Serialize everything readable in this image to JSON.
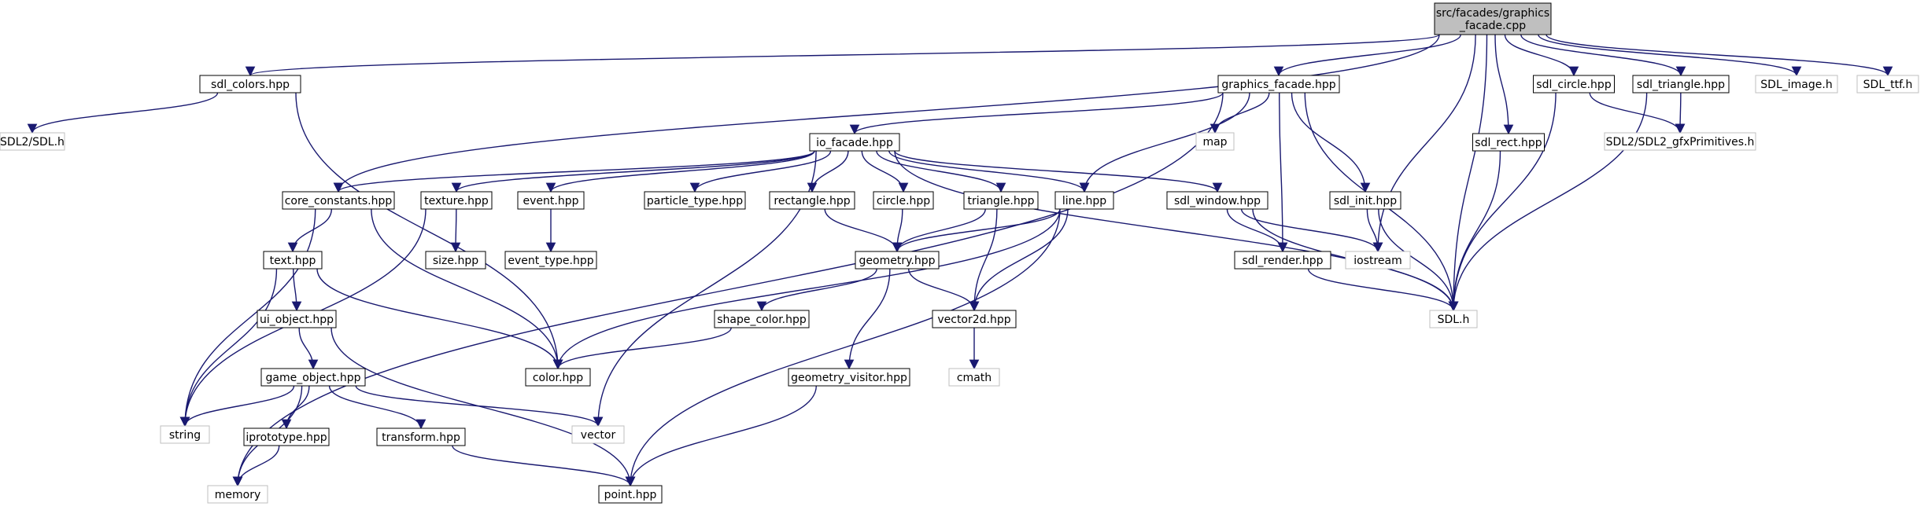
{
  "colors": {
    "edge": "#191970",
    "root_fill": "#bfbfbf",
    "root_border": "#000000",
    "file_border": "#000000",
    "system_border": "#bfbfbf",
    "text": "#000000",
    "system_text": "#000000"
  },
  "nodes": [
    {
      "id": "root",
      "lines": [
        "src/facades/graphics",
        "_facade.cpp"
      ],
      "kind": "root"
    },
    {
      "id": "sdl_colors",
      "lines": [
        "sdl_colors.hpp"
      ],
      "kind": "file"
    },
    {
      "id": "graphics_facade_hpp",
      "lines": [
        "graphics_facade.hpp"
      ],
      "kind": "file"
    },
    {
      "id": "sdl_circle",
      "lines": [
        "sdl_circle.hpp"
      ],
      "kind": "file"
    },
    {
      "id": "sdl_triangle",
      "lines": [
        "sdl_triangle.hpp"
      ],
      "kind": "file"
    },
    {
      "id": "sdl_image",
      "lines": [
        "SDL_image.h"
      ],
      "kind": "system"
    },
    {
      "id": "sdl_ttf",
      "lines": [
        "SDL_ttf.h"
      ],
      "kind": "system"
    },
    {
      "id": "sdl2_sdl",
      "lines": [
        "SDL2/SDL.h"
      ],
      "kind": "system"
    },
    {
      "id": "map",
      "lines": [
        "map"
      ],
      "kind": "system"
    },
    {
      "id": "io_facade",
      "lines": [
        "io_facade.hpp"
      ],
      "kind": "file"
    },
    {
      "id": "sdl_rect",
      "lines": [
        "sdl_rect.hpp"
      ],
      "kind": "file"
    },
    {
      "id": "gfx",
      "lines": [
        "SDL2/SDL2_gfxPrimitives.h"
      ],
      "kind": "system"
    },
    {
      "id": "core_constants",
      "lines": [
        "core_constants.hpp"
      ],
      "kind": "file"
    },
    {
      "id": "texture",
      "lines": [
        "texture.hpp"
      ],
      "kind": "file"
    },
    {
      "id": "event",
      "lines": [
        "event.hpp"
      ],
      "kind": "file"
    },
    {
      "id": "particle_type",
      "lines": [
        "particle_type.hpp"
      ],
      "kind": "file"
    },
    {
      "id": "rectangle",
      "lines": [
        "rectangle.hpp"
      ],
      "kind": "file"
    },
    {
      "id": "circle",
      "lines": [
        "circle.hpp"
      ],
      "kind": "file"
    },
    {
      "id": "triangle",
      "lines": [
        "triangle.hpp"
      ],
      "kind": "file"
    },
    {
      "id": "line",
      "lines": [
        "line.hpp"
      ],
      "kind": "file"
    },
    {
      "id": "sdl_window",
      "lines": [
        "sdl_window.hpp"
      ],
      "kind": "file"
    },
    {
      "id": "sdl_init",
      "lines": [
        "sdl_init.hpp"
      ],
      "kind": "file"
    },
    {
      "id": "iostream",
      "lines": [
        "iostream"
      ],
      "kind": "system"
    },
    {
      "id": "size",
      "lines": [
        "size.hpp"
      ],
      "kind": "file"
    },
    {
      "id": "event_type",
      "lines": [
        "event_type.hpp"
      ],
      "kind": "file"
    },
    {
      "id": "text",
      "lines": [
        "text.hpp"
      ],
      "kind": "file"
    },
    {
      "id": "geometry",
      "lines": [
        "geometry.hpp"
      ],
      "kind": "file"
    },
    {
      "id": "sdl_render",
      "lines": [
        "sdl_render.hpp"
      ],
      "kind": "file"
    },
    {
      "id": "sdl_h",
      "lines": [
        "SDL.h"
      ],
      "kind": "system"
    },
    {
      "id": "ui_object",
      "lines": [
        "ui_object.hpp"
      ],
      "kind": "file"
    },
    {
      "id": "shape_color",
      "lines": [
        "shape_color.hpp"
      ],
      "kind": "file"
    },
    {
      "id": "vector2d",
      "lines": [
        "vector2d.hpp"
      ],
      "kind": "file"
    },
    {
      "id": "cmath",
      "lines": [
        "cmath"
      ],
      "kind": "system"
    },
    {
      "id": "color",
      "lines": [
        "color.hpp"
      ],
      "kind": "file"
    },
    {
      "id": "game_object",
      "lines": [
        "game_object.hpp"
      ],
      "kind": "file"
    },
    {
      "id": "geometry_visitor",
      "lines": [
        "geometry_visitor.hpp"
      ],
      "kind": "file"
    },
    {
      "id": "string",
      "lines": [
        "string"
      ],
      "kind": "system"
    },
    {
      "id": "vector",
      "lines": [
        "vector"
      ],
      "kind": "system"
    },
    {
      "id": "iprototype",
      "lines": [
        "iprototype.hpp"
      ],
      "kind": "file"
    },
    {
      "id": "transform",
      "lines": [
        "transform.hpp"
      ],
      "kind": "file"
    },
    {
      "id": "memory",
      "lines": [
        "memory"
      ],
      "kind": "system"
    },
    {
      "id": "point",
      "lines": [
        "point.hpp"
      ],
      "kind": "file"
    }
  ],
  "edges": [
    [
      "root",
      "sdl_colors"
    ],
    [
      "root",
      "graphics_facade_hpp"
    ],
    [
      "root",
      "sdl_circle"
    ],
    [
      "root",
      "sdl_triangle"
    ],
    [
      "root",
      "sdl_image"
    ],
    [
      "root",
      "sdl_ttf"
    ],
    [
      "root",
      "sdl_rect"
    ],
    [
      "root",
      "sdl_h"
    ],
    [
      "root",
      "iostream"
    ],
    [
      "root",
      "core_constants"
    ],
    [
      "sdl_colors",
      "sdl2_sdl"
    ],
    [
      "sdl_colors",
      "color"
    ],
    [
      "graphics_facade_hpp",
      "io_facade"
    ],
    [
      "graphics_facade_hpp",
      "map"
    ],
    [
      "graphics_facade_hpp",
      "memory"
    ],
    [
      "graphics_facade_hpp",
      "line"
    ],
    [
      "graphics_facade_hpp",
      "sdl_render"
    ],
    [
      "graphics_facade_hpp",
      "sdl_init"
    ],
    [
      "graphics_facade_hpp",
      "sdl_h"
    ],
    [
      "sdl_circle",
      "gfx"
    ],
    [
      "sdl_circle",
      "sdl_h"
    ],
    [
      "sdl_triangle",
      "gfx"
    ],
    [
      "sdl_triangle",
      "sdl_h"
    ],
    [
      "sdl_rect",
      "sdl_h"
    ],
    [
      "io_facade",
      "core_constants"
    ],
    [
      "io_facade",
      "texture"
    ],
    [
      "io_facade",
      "event"
    ],
    [
      "io_facade",
      "particle_type"
    ],
    [
      "io_facade",
      "rectangle"
    ],
    [
      "io_facade",
      "circle"
    ],
    [
      "io_facade",
      "triangle"
    ],
    [
      "io_facade",
      "line"
    ],
    [
      "io_facade",
      "sdl_window"
    ],
    [
      "io_facade",
      "vector"
    ],
    [
      "io_facade",
      "sdl_h"
    ],
    [
      "core_constants",
      "text"
    ],
    [
      "core_constants",
      "color"
    ],
    [
      "core_constants",
      "string"
    ],
    [
      "texture",
      "size"
    ],
    [
      "texture",
      "string"
    ],
    [
      "event",
      "event_type"
    ],
    [
      "rectangle",
      "geometry"
    ],
    [
      "circle",
      "geometry"
    ],
    [
      "triangle",
      "geometry"
    ],
    [
      "triangle",
      "vector2d"
    ],
    [
      "line",
      "geometry"
    ],
    [
      "line",
      "vector2d"
    ],
    [
      "line",
      "color"
    ],
    [
      "line",
      "point"
    ],
    [
      "sdl_window",
      "sdl_render"
    ],
    [
      "sdl_window",
      "iostream"
    ],
    [
      "sdl_window",
      "sdl_h"
    ],
    [
      "sdl_init",
      "iostream"
    ],
    [
      "sdl_init",
      "sdl_h"
    ],
    [
      "sdl_render",
      "sdl_h"
    ],
    [
      "text",
      "ui_object"
    ],
    [
      "text",
      "color"
    ],
    [
      "text",
      "string"
    ],
    [
      "geometry",
      "shape_color"
    ],
    [
      "geometry",
      "vector2d"
    ],
    [
      "geometry",
      "geometry_visitor"
    ],
    [
      "shape_color",
      "color"
    ],
    [
      "vector2d",
      "cmath"
    ],
    [
      "ui_object",
      "game_object"
    ],
    [
      "ui_object",
      "point"
    ],
    [
      "game_object",
      "string"
    ],
    [
      "game_object",
      "memory"
    ],
    [
      "game_object",
      "iprototype"
    ],
    [
      "game_object",
      "transform"
    ],
    [
      "game_object",
      "vector"
    ],
    [
      "iprototype",
      "memory"
    ],
    [
      "transform",
      "point"
    ],
    [
      "geometry_visitor",
      "point"
    ]
  ]
}
